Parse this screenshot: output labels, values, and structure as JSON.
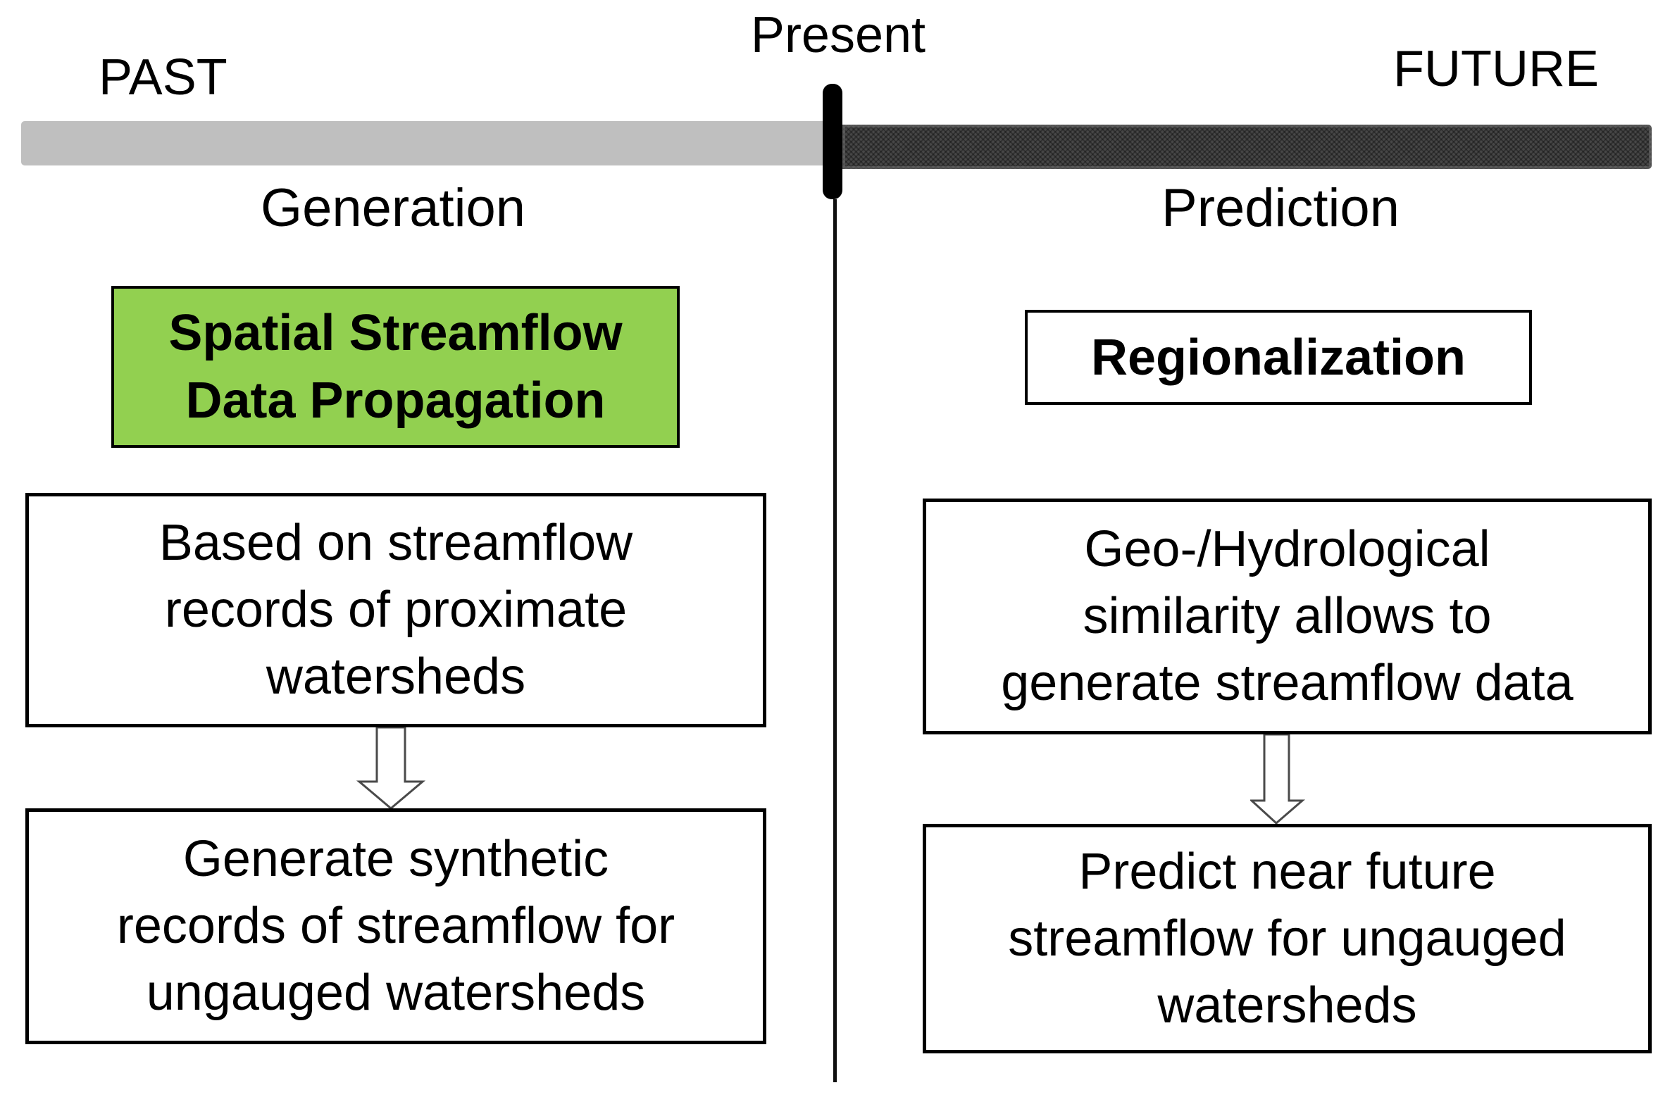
{
  "timeline": {
    "past_label": "PAST",
    "present_label": "Present",
    "future_label": "FUTURE",
    "past_bar_color": "#bfbfbf",
    "future_bar_color": "#474747",
    "present_marker_color": "#000000"
  },
  "generation_column": {
    "heading": "Generation",
    "method_box": {
      "text": "Spatial Streamflow\nData Propagation",
      "fill_color": "#92d050"
    },
    "basis_box": {
      "text": "Based on streamflow\nrecords of proximate\nwatersheds"
    },
    "outcome_box": {
      "text": "Generate synthetic\nrecords of streamflow for\nungauged watersheds"
    }
  },
  "prediction_column": {
    "heading": "Prediction",
    "method_box": {
      "text": "Regionalization",
      "fill_color": "#ffffff"
    },
    "basis_box": {
      "text": "Geo-/Hydrological\nsimilarity allows to\ngenerate streamflow data"
    },
    "outcome_box": {
      "text": "Predict near future\nstreamflow for ungauged\nwatersheds"
    }
  }
}
